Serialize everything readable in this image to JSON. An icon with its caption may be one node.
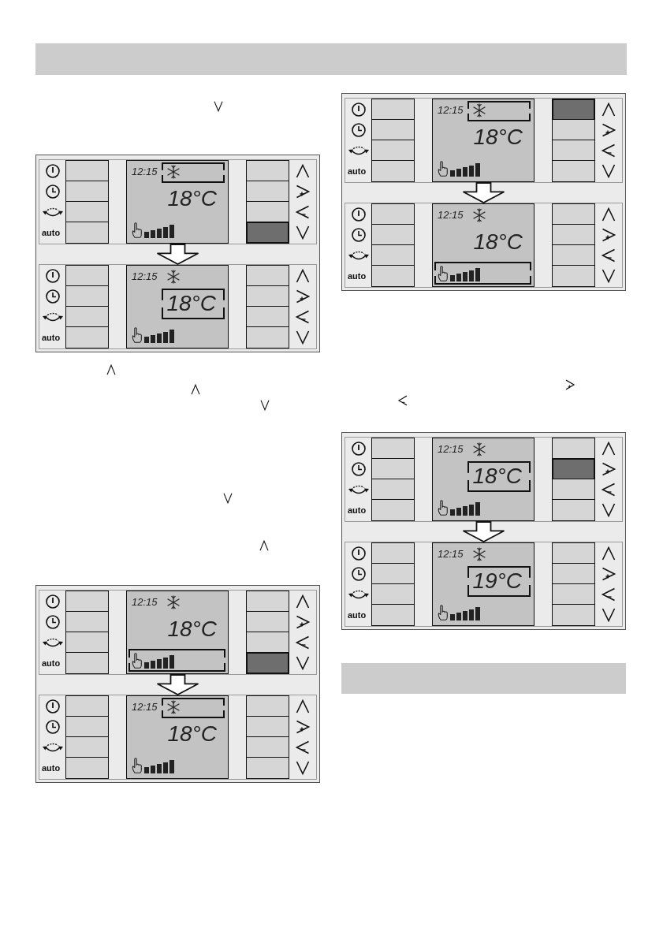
{
  "diagram": {
    "nodes": [
      {
        "text": [],
        "shape": "bar"
      },
      {
        "text": [
          "auto"
        ]
      },
      {
        "text": [
          "12:15",
          "18°C"
        ],
        "in": 1
      },
      {
        "text": [
          "auto"
        ]
      },
      {
        "text": [
          "12:15",
          "18°C"
        ],
        "in": 3
      },
      {
        "text": [
          "auto"
        ]
      },
      {
        "text": [
          "12:15",
          "18°C"
        ],
        "in": 5
      },
      {
        "text": [
          "auto"
        ]
      },
      {
        "text": [
          "12:15",
          "18°C"
        ],
        "in": 7
      },
      {
        "text": [
          "auto"
        ]
      },
      {
        "text": [
          "12:15",
          "18°C"
        ],
        "in": 9
      },
      {
        "text": [
          "auto"
        ]
      },
      {
        "text": [
          "12:15",
          "18°C"
        ],
        "in": 11
      },
      {
        "text": [
          "auto"
        ]
      },
      {
        "text": [
          "12:15",
          "18°C"
        ],
        "in": 13
      },
      {
        "text": [
          "auto"
        ]
      },
      {
        "text": [
          "12:15",
          "19°C"
        ],
        "in": 15
      },
      {
        "text": [],
        "shape": "bar"
      }
    ],
    "edges": [
      {
        "from": 1,
        "to": 3,
        "arrow": "to"
      },
      {
        "from": 5,
        "to": 7,
        "arrow": "to"
      },
      {
        "from": 9,
        "to": 11,
        "arrow": "to"
      },
      {
        "from": 13,
        "to": 15,
        "arrow": "to"
      }
    ]
  }
}
